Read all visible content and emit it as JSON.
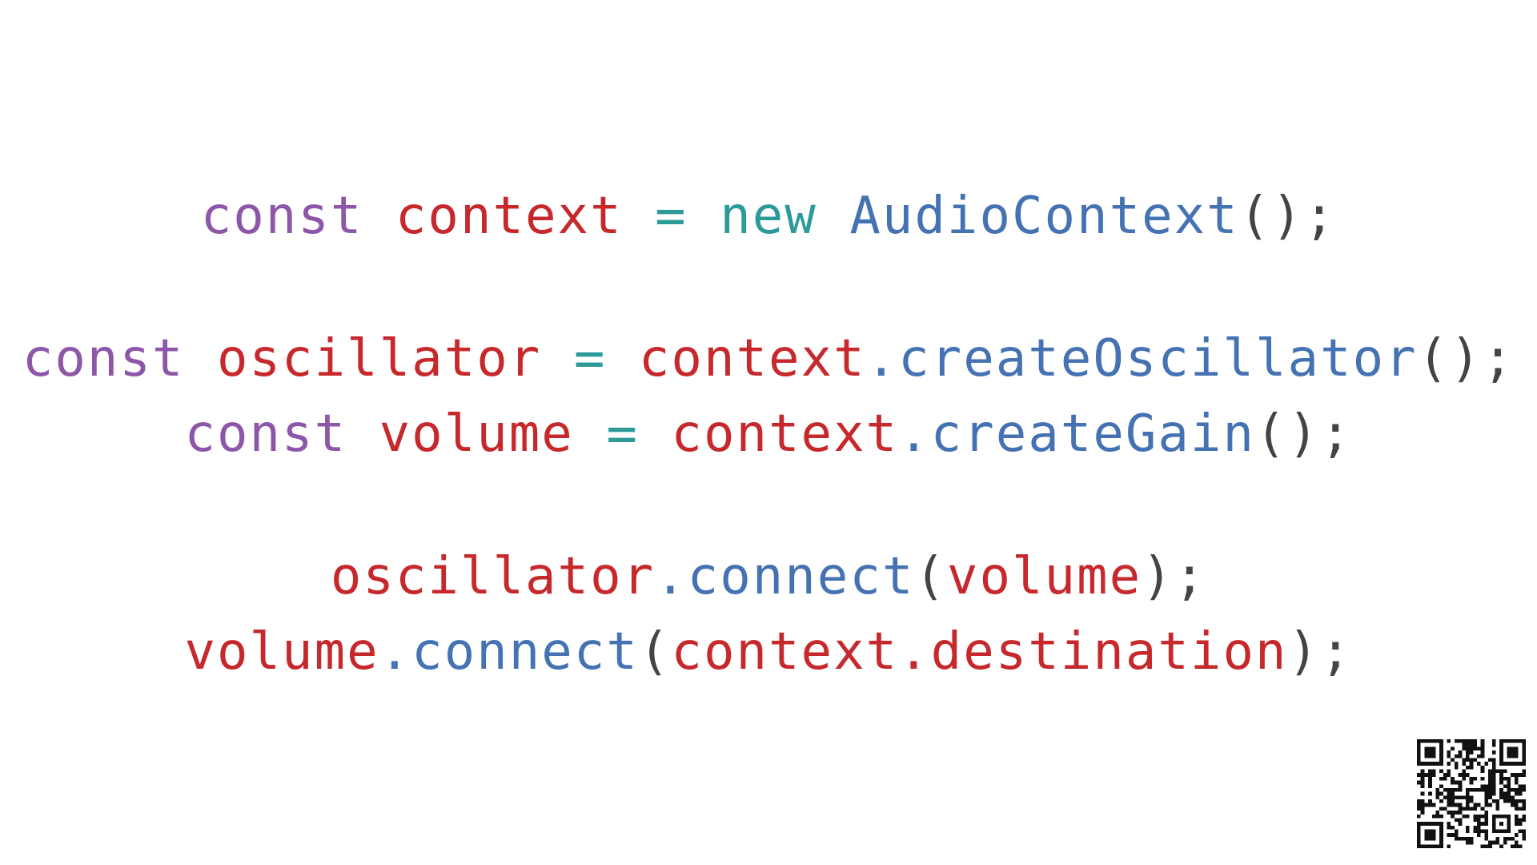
{
  "colors": {
    "keyword": "#8d56a8",
    "variable": "#c6282b",
    "operator": "#2d9a9a",
    "class": "#4572b3",
    "method": "#4572b3",
    "punctuation": "#444444",
    "background": "#ffffff"
  },
  "code": {
    "line1": {
      "kw": "const",
      "var": "context",
      "op": "=",
      "new": "new",
      "cls": "AudioContext",
      "parens": "()",
      "semi": ";"
    },
    "line2": {
      "kw": "const",
      "var": "oscillator",
      "op": "=",
      "obj": "context",
      "dot": ".",
      "fn": "createOscillator",
      "parens": "()",
      "semi": ";"
    },
    "line3": {
      "kw": "const",
      "var": "volume",
      "op": "=",
      "obj": "context",
      "dot": ".",
      "fn": "createGain",
      "parens": "()",
      "semi": ";"
    },
    "line4": {
      "obj": "oscillator",
      "dot": ".",
      "fn": "connect",
      "open": "(",
      "arg": "volume",
      "close": ")",
      "semi": ";"
    },
    "line5": {
      "obj": "volume",
      "dot": ".",
      "fn": "connect",
      "open": "(",
      "arg_obj": "context",
      "arg_dot": ".",
      "arg_prop": "destination",
      "close": ")",
      "semi": ";"
    }
  },
  "qr_code": {
    "icon": "qr-code-icon"
  }
}
